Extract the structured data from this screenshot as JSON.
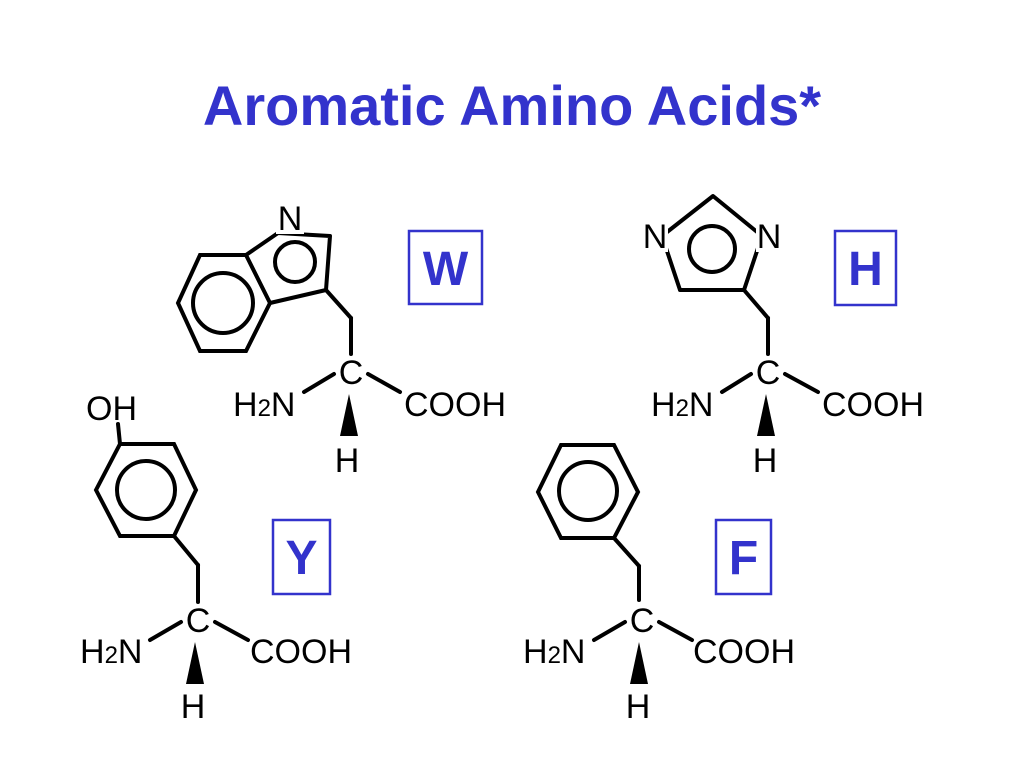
{
  "title": "Aromatic Amino Acids*",
  "colors": {
    "title": "#3333cc",
    "code_box": "#3333cc",
    "structure": "#000000"
  },
  "molecules": [
    {
      "code": "W",
      "ring_atoms": [
        "N"
      ],
      "amine": {
        "main": "H",
        "sub": "2",
        "tail": "N"
      },
      "alpha_carbon": "C",
      "carboxyl": "COOH",
      "hydrogen": "H"
    },
    {
      "code": "H",
      "ring_atoms": [
        "N",
        "N"
      ],
      "amine": {
        "main": "H",
        "sub": "2",
        "tail": "N"
      },
      "alpha_carbon": "C",
      "carboxyl": "COOH",
      "hydrogen": "H"
    },
    {
      "code": "Y",
      "ring_atoms": [
        "OH"
      ],
      "amine": {
        "main": "H",
        "sub": "2",
        "tail": "N"
      },
      "alpha_carbon": "C",
      "carboxyl": "COOH",
      "hydrogen": "H"
    },
    {
      "code": "F",
      "ring_atoms": [],
      "amine": {
        "main": "H",
        "sub": "2",
        "tail": "N"
      },
      "alpha_carbon": "C",
      "carboxyl": "COOH",
      "hydrogen": "H"
    }
  ]
}
